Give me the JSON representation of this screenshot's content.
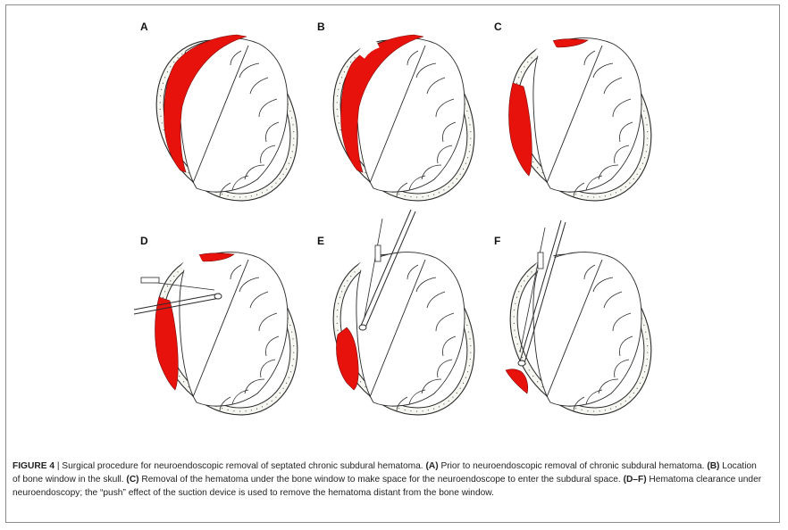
{
  "figure": {
    "panels": [
      {
        "label": "A",
        "hematoma": "full",
        "window": false,
        "tool": "none"
      },
      {
        "label": "B",
        "hematoma": "full",
        "window": true,
        "tool": "none"
      },
      {
        "label": "C",
        "hematoma": "split",
        "window": true,
        "tool": "none"
      },
      {
        "label": "D",
        "hematoma": "split",
        "window": true,
        "tool": "horizontal"
      },
      {
        "label": "E",
        "hematoma": "partial",
        "window": true,
        "tool": "vertical"
      },
      {
        "label": "F",
        "hematoma": "small",
        "window": true,
        "tool": "deep"
      }
    ],
    "colors": {
      "hematoma": "#e8120d",
      "line": "#2a2a2a",
      "bone": "#f7f7f2"
    }
  },
  "caption": {
    "label": "FIGURE 4",
    "separator": " | ",
    "intro": "Surgical procedure for neuroendoscopic removal of septated chronic subdural hematoma. ",
    "a_ref": "(A)",
    "a_text": " Prior to neuroendoscopic removal of chronic subdural hematoma. ",
    "b_ref": "(B)",
    "b_text": " Location of bone window in the skull. ",
    "c_ref": "(C)",
    "c_text": " Removal of the hematoma under the bone window to make space for the neuroendoscope to enter the subdural space. ",
    "df_ref": "(D–F)",
    "df_text": " Hematoma clearance under neuroendoscopy; the “push” effect of the suction device is used to remove the hematoma distant from the bone window."
  }
}
